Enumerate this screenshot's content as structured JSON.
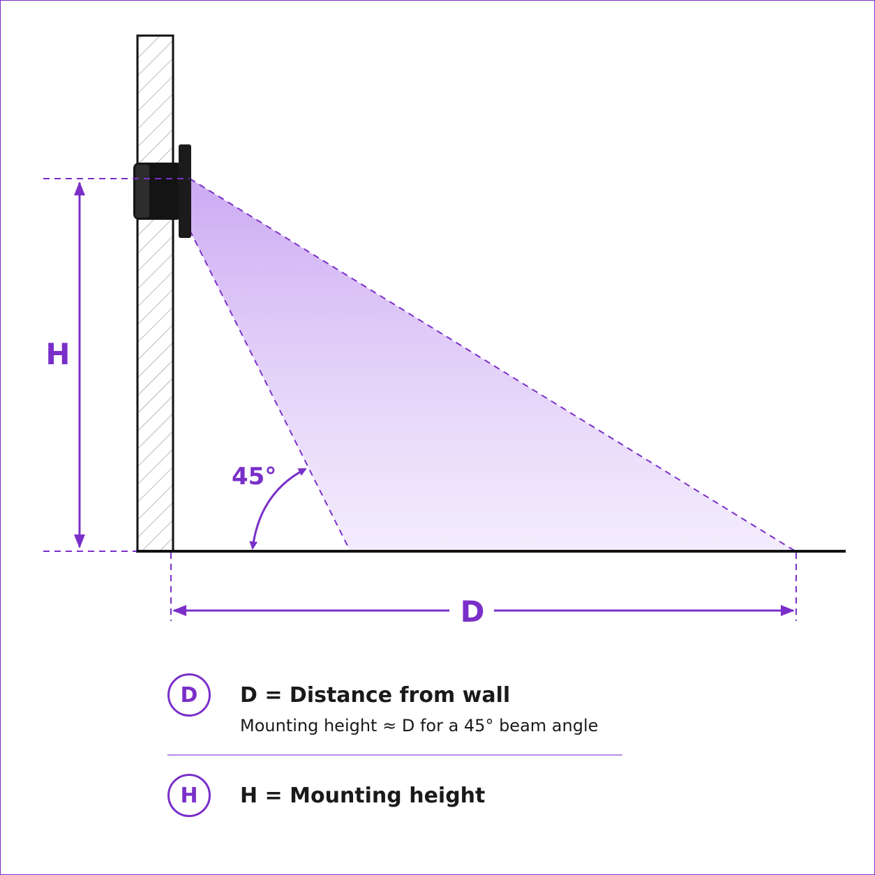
{
  "labels": {
    "height_dim": "H",
    "distance_dim": "D",
    "angle": "45°"
  },
  "legend": {
    "items": [
      {
        "badge": "D",
        "title": "D = Distance from wall",
        "subtitle": "Mounting height ≈ D for a 45° beam angle"
      },
      {
        "badge": "H",
        "title": "H = Mounting height",
        "subtitle": ""
      }
    ]
  },
  "colors": {
    "accent": "#7a2fc9",
    "beam": "#c9a5f2",
    "fixture": "#141414",
    "ink": "#1a1a1a"
  }
}
